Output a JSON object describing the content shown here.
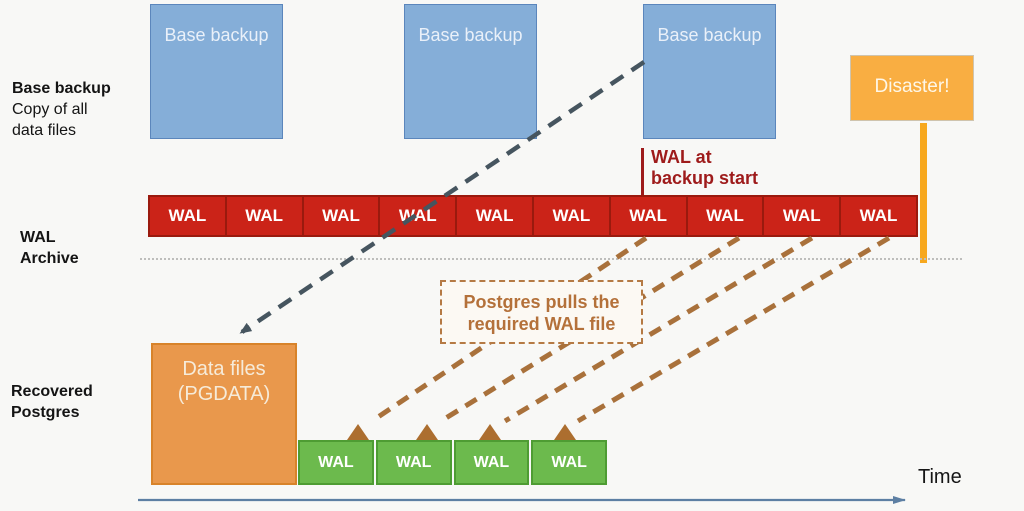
{
  "colors": {
    "base_backup_blue": "#85AED8",
    "wal_archive_red": "#CB2318",
    "dark_red_text": "#9E1B1B",
    "disaster_amber": "#F9AE42",
    "disaster_marker_amber": "#F7A81E",
    "data_files_orange": "#E9984C",
    "recovered_wal_green": "#6CBA4D",
    "pull_arrow_brown": "#A9713B",
    "restore_arrow_slate": "#46555F",
    "time_axis_blue": "#5D7FA3"
  },
  "legend": {
    "base_backup": {
      "title": "Base backup",
      "desc_line1": "Copy of all",
      "desc_line2": "data files"
    },
    "wal_archive": {
      "line1": "WAL",
      "line2": "Archive"
    },
    "recovered_postgres": {
      "line1": "Recovered",
      "line2": "Postgres"
    }
  },
  "base_backups": [
    {
      "label": "Base backup"
    },
    {
      "label": "Base backup"
    },
    {
      "label": "Base backup"
    }
  ],
  "disaster": {
    "label": "Disaster!"
  },
  "wal_archive": {
    "cells": [
      "WAL",
      "WAL",
      "WAL",
      "WAL",
      "WAL",
      "WAL",
      "WAL",
      "WAL",
      "WAL",
      "WAL"
    ]
  },
  "wal_at_backup_start": {
    "line1": "WAL at",
    "line2": "backup start"
  },
  "postgres_pulls": {
    "line1": "Postgres pulls the",
    "line2": "required WAL file"
  },
  "recovered": {
    "data_files": {
      "line1": "Data files",
      "line2": "(PGDATA)"
    },
    "wal_cells": [
      "WAL",
      "WAL",
      "WAL",
      "WAL"
    ]
  },
  "time_axis": {
    "label": "Time"
  }
}
